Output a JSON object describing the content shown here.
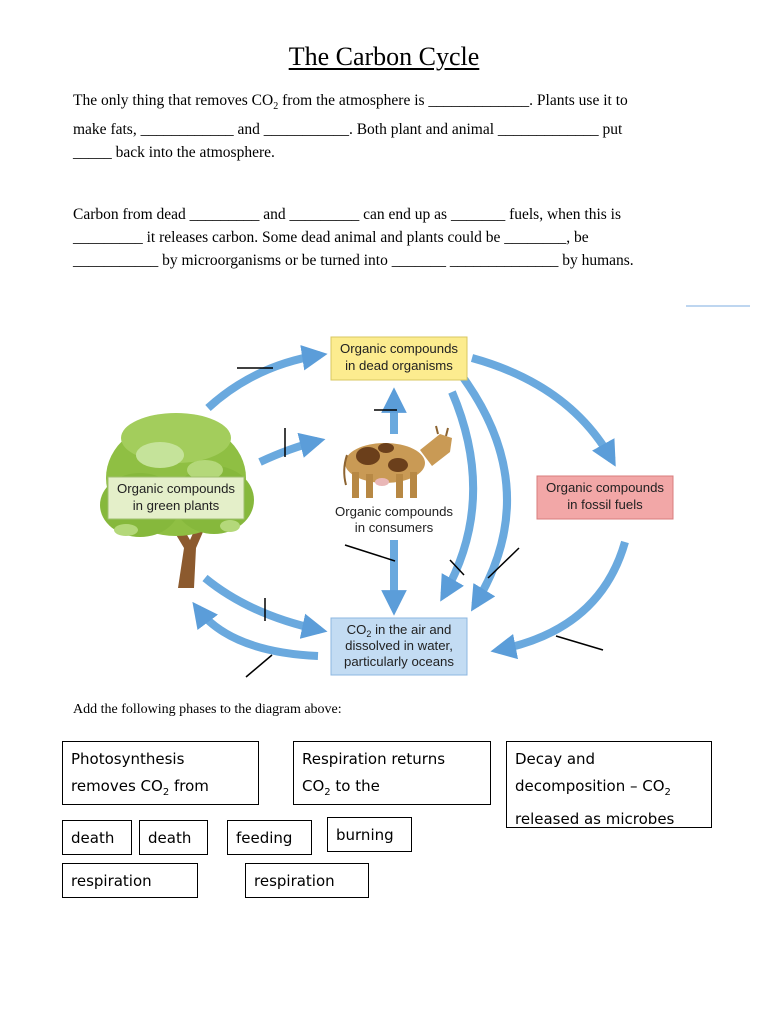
{
  "title": "The Carbon Cycle",
  "paragraph1": {
    "line1": "The only thing that removes CO",
    "line1_sub": "2",
    "line1_rest": " from the atmosphere is _____________.  Plants use it to",
    "line2": "make fats, ____________ and ___________.  Both plant and animal _____________  put",
    "line3": "_____ back into the atmosphere."
  },
  "paragraph2": {
    "line1": "Carbon from dead _________  and _________ can end up as _______ fuels, when this is",
    "line2": "_________ it releases carbon.  Some dead animal and plants could be ________, be",
    "line3": "___________ by microorganisms or be turned into _______  ______________ by humans."
  },
  "diagram": {
    "dead_organisms": [
      "Organic compounds",
      "in dead organisms"
    ],
    "green_plants": [
      "Organic compounds",
      "in green plants"
    ],
    "consumers": [
      "Organic compounds",
      "in consumers"
    ],
    "fossil_fuels": [
      "Organic compounds",
      "in fossil fuels"
    ],
    "co2_line1_a": "CO",
    "co2_line1_sub": "2",
    "co2_line1_b": " in the air and",
    "co2_line2": "dissolved in water,",
    "co2_line3": "particularly oceans"
  },
  "colors": {
    "arrow": "#6aa9de",
    "dead_box": "#fcec8f",
    "plants_box": "#e4efc9",
    "fossil_box": "#f2a7a7",
    "co2_box": "#c3dcf3"
  },
  "instruction": "Add the following phases to the diagram above:",
  "cards": {
    "photosynthesis": {
      "line1": "Photosynthesis",
      "line2a": "removes CO",
      "line2sub": "2",
      "line2b": " from"
    },
    "respiration_returns": {
      "line1": "Respiration returns",
      "line2a": "CO",
      "line2sub": "2",
      "line2b": " to the"
    },
    "decay": {
      "line1": "Decay and",
      "line2a": "decomposition – CO",
      "line2sub": "2",
      "line3": "released as microbes"
    },
    "death1": "death",
    "death2": "death",
    "feeding": "feeding",
    "burning": "burning",
    "respiration1": "respiration",
    "respiration2": "respiration"
  }
}
